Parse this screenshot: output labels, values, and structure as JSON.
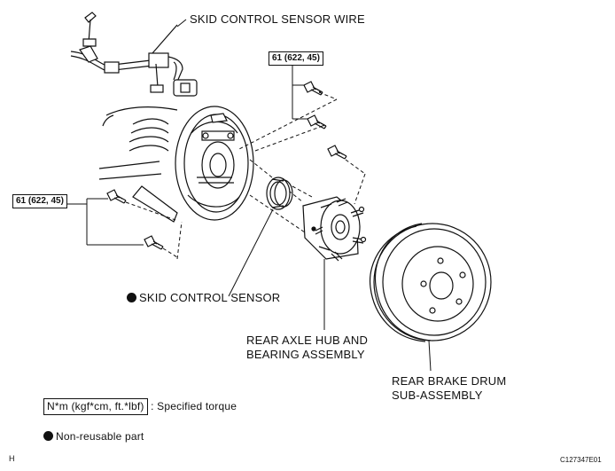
{
  "labels": {
    "skid_control_sensor_wire": "SKID CONTROL SENSOR WIRE",
    "torque_top": "61 (622, 45)",
    "torque_left": "61 (622, 45)",
    "skid_control_sensor": "SKID CONTROL SENSOR",
    "rear_axle_hub_line1": "REAR AXLE HUB AND",
    "rear_axle_hub_line2": "BEARING ASSEMBLY",
    "rear_brake_drum_line1": "REAR BRAKE DRUM",
    "rear_brake_drum_line2": "SUB-ASSEMBLY"
  },
  "legend": {
    "torque_units": "N*m (kgf*cm, ft.*lbf)",
    "torque_desc": ": Specified torque",
    "non_reusable": "Non-reusable part"
  },
  "corner": {
    "left": "H",
    "right": "C127347E01"
  }
}
